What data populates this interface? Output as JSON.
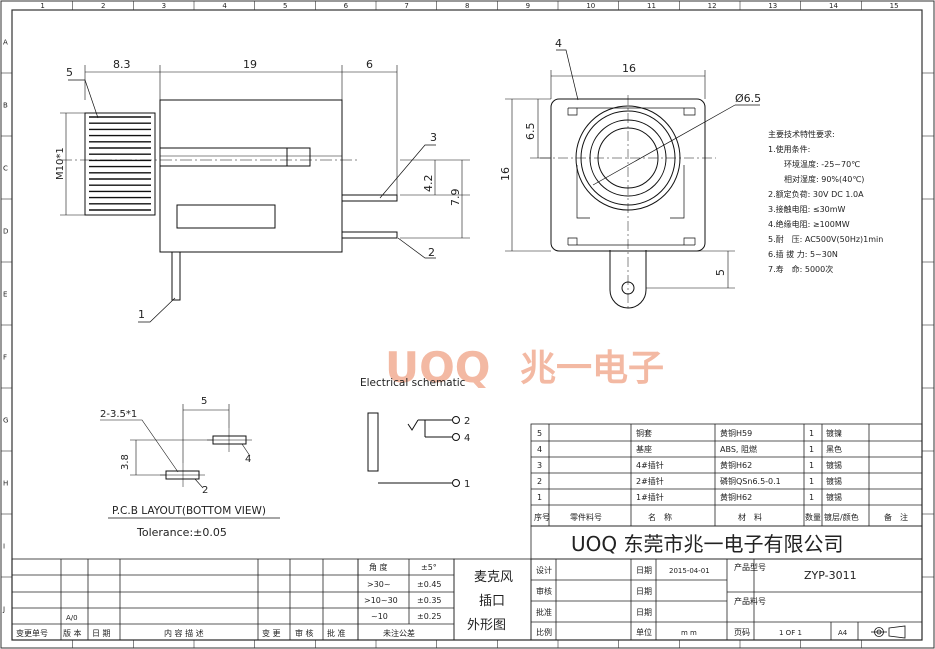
{
  "frame": {
    "col_numbers": [
      "1",
      "2",
      "3",
      "4",
      "5",
      "6",
      "7",
      "8",
      "9",
      "10",
      "11",
      "12",
      "13",
      "14",
      "15"
    ],
    "row_letters": [
      "A",
      "B",
      "C",
      "D",
      "E",
      "F",
      "G",
      "H",
      "I",
      "J"
    ]
  },
  "side_view": {
    "dim_8_3": "8.3",
    "dim_19": "19",
    "dim_6": "6",
    "dim_4_2": "4.2",
    "dim_7_9": "7.9",
    "thread_label": "M10*1",
    "callouts": [
      "1",
      "2",
      "3",
      "5"
    ]
  },
  "front_view": {
    "dim_16_top": "16",
    "dim_16_side": "16",
    "dim_6_5": "6.5",
    "dim_5": "5",
    "diameter": "Ø6.5",
    "callout_4": "4"
  },
  "specs": {
    "title": "主要技术特性要求:",
    "lines": [
      "1.使用条件:",
      "环境温度: -25~70℃",
      "相对湿度: 90%(40℃)",
      "2.额定负荷: 30V DC 1.0A",
      "3.接触电阻: ≤30mW",
      "4.绝缘电阻: ≥100MW",
      "5.耐　压: AC500V(50Hz)1min",
      "6.插 拔 力: 5~30N",
      "7.寿　命: 5000次"
    ]
  },
  "watermark": {
    "latin": "UOQ",
    "cjk": "兆一电子",
    "color": "#f3b9a3"
  },
  "schematic": {
    "title": "Electrical schematic",
    "pins": [
      "2",
      "4",
      "1"
    ]
  },
  "pcb": {
    "hole_label": "2-3.5*1",
    "dim_5": "5",
    "dim_3_8": "3.8",
    "pin_2": "2",
    "pin_4": "4",
    "title": "P.C.B LAYOUT(BOTTOM VIEW)",
    "tolerance": "Tolerance:±0.05"
  },
  "bom": {
    "rows": [
      {
        "no": "5",
        "code": "",
        "name": "铜套",
        "material": "黄铜H59",
        "qty": "1",
        "finish": "镀镍",
        "note": ""
      },
      {
        "no": "4",
        "code": "",
        "name": "基座",
        "material": "ABS, 阻燃",
        "qty": "1",
        "finish": "黑色",
        "note": ""
      },
      {
        "no": "3",
        "code": "",
        "name": "4#插针",
        "material": "黄铜H62",
        "qty": "1",
        "finish": "镀锡",
        "note": ""
      },
      {
        "no": "2",
        "code": "",
        "name": "2#插针",
        "material": "磷铜QSn6.5-0.1",
        "qty": "1",
        "finish": "镀锡",
        "note": ""
      },
      {
        "no": "1",
        "code": "",
        "name": "1#插针",
        "material": "黄铜H62",
        "qty": "1",
        "finish": "镀锡",
        "note": ""
      }
    ],
    "header": {
      "no": "序号",
      "code": "零件料号",
      "name": "名　称",
      "material": "材　料",
      "qty": "数量",
      "finish": "镀层/颜色",
      "note": "备　注"
    }
  },
  "title_block": {
    "company": "UOQ 东莞市兆一电子有限公司",
    "product_name_lines": [
      "麦克风",
      "插口",
      "外形图"
    ],
    "design_label": "设计",
    "check_label": "审核",
    "approve_label": "批准",
    "scale_label": "比例",
    "date_label": "日期",
    "unit_label": "单位",
    "date_value": "2015-04-01",
    "unit_value": "m m",
    "product_model_label": "产品型号",
    "product_code_label": "产品料号",
    "model_value": "ZYP-3011",
    "page_label": "页码",
    "page_value": "1 OF 1",
    "size_value": "A4"
  },
  "tolerance_table": {
    "header": [
      "角 度",
      "±5°"
    ],
    "rows": [
      [
        ">30~",
        "±0.45"
      ],
      [
        ">10~30",
        "±0.35"
      ],
      [
        "~10",
        "±0.25"
      ]
    ],
    "footer": "未注公差"
  },
  "revision": {
    "first_row": [
      "",
      "A/0",
      "",
      "",
      "",
      "",
      "",
      ""
    ],
    "headers": [
      "变更单号",
      "版 本",
      "日 期",
      "内 容 描 述",
      "变 更",
      "审 核",
      "批 准"
    ]
  }
}
